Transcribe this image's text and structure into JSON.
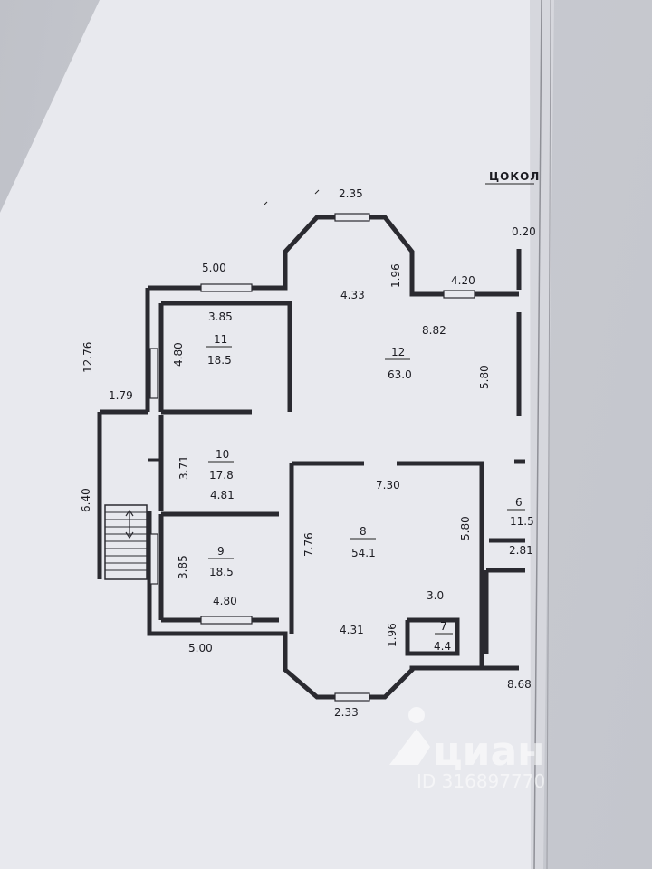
{
  "floor_label": "ЦОКОЛ",
  "dimensions": {
    "top_bay": "2.35",
    "right_edge": "0.20",
    "w_500_top": "5.00",
    "bay_depth_top": "4.33",
    "bay_side_top": "1.96",
    "w_420": "4.20",
    "total_1276": "12.76",
    "w_385_top": "3.85",
    "w_882": "8.82",
    "h_480_top": "4.80",
    "h_580_top": "5.80",
    "stair_179": "1.79",
    "h_371": "3.71",
    "w_481": "4.81",
    "w_730": "7.30",
    "h_640": "6.40",
    "h_776": "7.76",
    "h_580_mid": "5.80",
    "w_281": "2.81",
    "h_385_bot": "3.85",
    "w_30": "3.0",
    "w_480_bot": "4.80",
    "bay_depth_bot": "4.31",
    "bay_side_bot": "1.96",
    "w_500_bot": "5.00",
    "w_868": "8.68",
    "bot_bay": "2.33"
  },
  "rooms": [
    {
      "num": "11",
      "area": "18.5"
    },
    {
      "num": "12",
      "area": "63.0"
    },
    {
      "num": "10",
      "area": "17.8"
    },
    {
      "num": "8",
      "area": "54.1"
    },
    {
      "num": "6",
      "area": "11.5"
    },
    {
      "num": "9",
      "area": "18.5"
    },
    {
      "num": "7",
      "area": "4.4"
    }
  ],
  "watermark": {
    "brand": "циан",
    "id_text": "ID 316897770"
  }
}
